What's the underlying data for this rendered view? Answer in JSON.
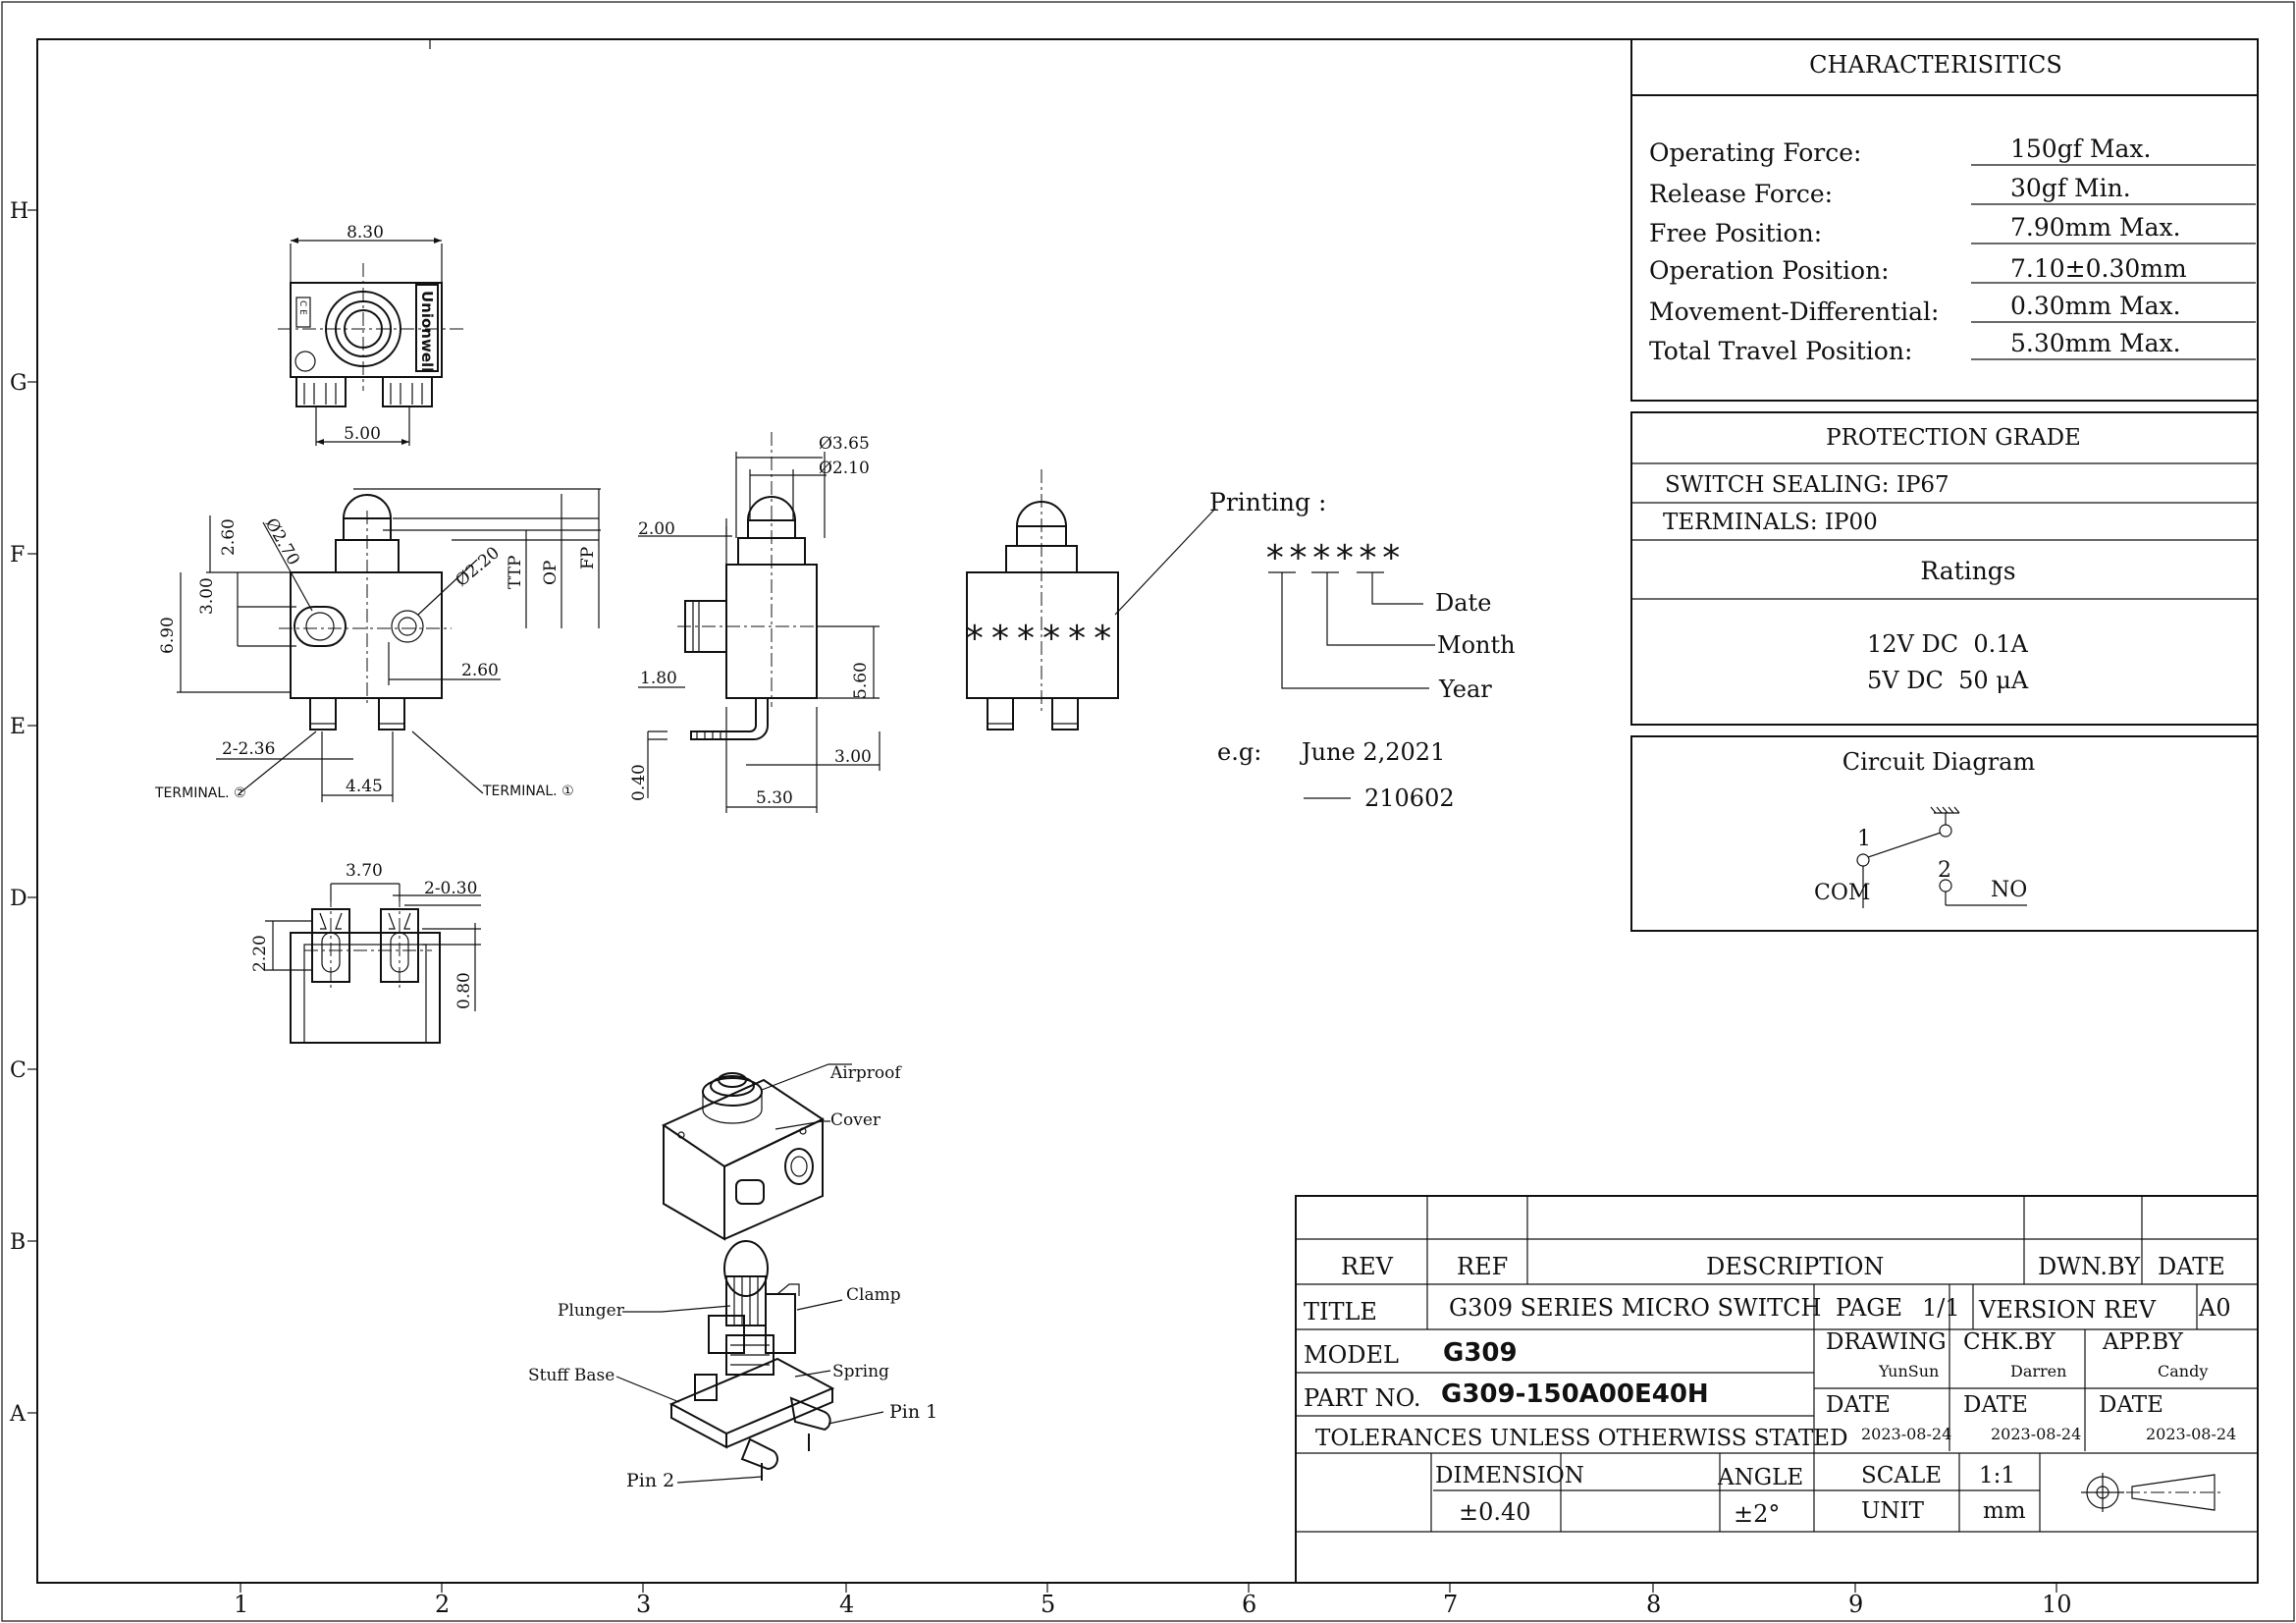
{
  "grid": {
    "rows": [
      "H",
      "G",
      "F",
      "E",
      "D",
      "C",
      "B",
      "A"
    ],
    "columns": [
      "1",
      "2",
      "3",
      "4",
      "5",
      "6",
      "7",
      "8",
      "9",
      "10"
    ]
  },
  "characteristics": {
    "title": "CHARACTERISITICS",
    "rows": [
      {
        "label": "Operating Force:",
        "value": "150gf Max."
      },
      {
        "label": "Release Force:",
        "value": "30gf Min."
      },
      {
        "label": "Free Position:",
        "value": "7.90mm Max."
      },
      {
        "label": "Operation Position:",
        "value": "7.10±0.30mm"
      },
      {
        "label": "Movement-Differential:",
        "value": "0.30mm Max."
      },
      {
        "label": "Total Travel Position:",
        "value": "5.30mm Max."
      }
    ]
  },
  "protection": {
    "title": "PROTECTION GRADE",
    "sealing": "SWITCH SEALING: IP67",
    "terminals": "TERMINALS: IP00"
  },
  "ratings": {
    "title": "Ratings",
    "lines": [
      "12V DC  0.1A",
      "5V DC  50 μA"
    ]
  },
  "circuit": {
    "title": "Circuit Diagram",
    "pin1": "1",
    "pin2": "2",
    "com": "COM",
    "no": "NO"
  },
  "printing": {
    "label": "Printing :",
    "code": "******",
    "date": "Date",
    "month": "Month",
    "year": "Year",
    "eg_label": "e.g:",
    "eg_date": "June 2,2021",
    "eg_code": "210602"
  },
  "dimensions": {
    "top_width": "8.30",
    "top_pitch": "5.00",
    "d_270": "Ø2.70",
    "d_220": "Ø2.20",
    "d_365": "Ø3.65",
    "d_210": "Ø2.10",
    "v_260": "2.60",
    "v_300": "3.00",
    "v_690": "6.90",
    "h_260": "2.60",
    "ttp": "TTP",
    "op": "OP",
    "fp": "FP",
    "h_236": "2-2.36",
    "h_445": "4.45",
    "term2": "TERMINAL. ②",
    "term1": "TERMINAL. ①",
    "s_200": "2.00",
    "s_180": "1.80",
    "s_560": "5.60",
    "s_040": "0.40",
    "s_300": "3.00",
    "s_530": "5.30",
    "b_370": "3.70",
    "b_2030": "2-0.30",
    "b_220": "2.20",
    "b_080": "0.80",
    "brand": "Unionwell",
    "cert": "C E"
  },
  "callouts": {
    "airproof": "Airproof",
    "cover": "Cover",
    "plunger": "Plunger",
    "clamp": "Clamp",
    "stuff_base": "Stuff Base",
    "spring": "Spring",
    "pin1": "Pin 1",
    "pin2": "Pin 2"
  },
  "title_block": {
    "rev_h": "REV",
    "ref_h": "REF",
    "desc_h": "DESCRIPTION",
    "dwn_h": "DWN.BY",
    "date_h": "DATE",
    "title_label": "TITLE",
    "title_value": "G309 SERIES MICRO SWITCH",
    "page_label": "PAGE",
    "page_value": "1/1",
    "version_label": "VERSION REV",
    "version_value": "A0",
    "model_label": "MODEL",
    "model_value": "G309",
    "drawing_label": "DRAWING",
    "drawing_value": "YunSun",
    "chk_label": "CHK.BY",
    "chk_value": "Darren",
    "app_label": "APP.BY",
    "app_value": "Candy",
    "part_label": "PART NO.",
    "part_value": "G309-150A00E40H",
    "date_label": "DATE",
    "date1": "2023-08-24",
    "date2": "2023-08-24",
    "date3": "2023-08-24",
    "tolerance": "TOLERANCES UNLESS OTHERWISS STATED",
    "dimension_label": "DIMENSION",
    "dimension_value": "±0.40",
    "angle_label": "ANGLE",
    "angle_value": "±2°",
    "scale_label": "SCALE",
    "scale_value": "1:1",
    "unit_label": "UNIT",
    "unit_value": "mm"
  }
}
